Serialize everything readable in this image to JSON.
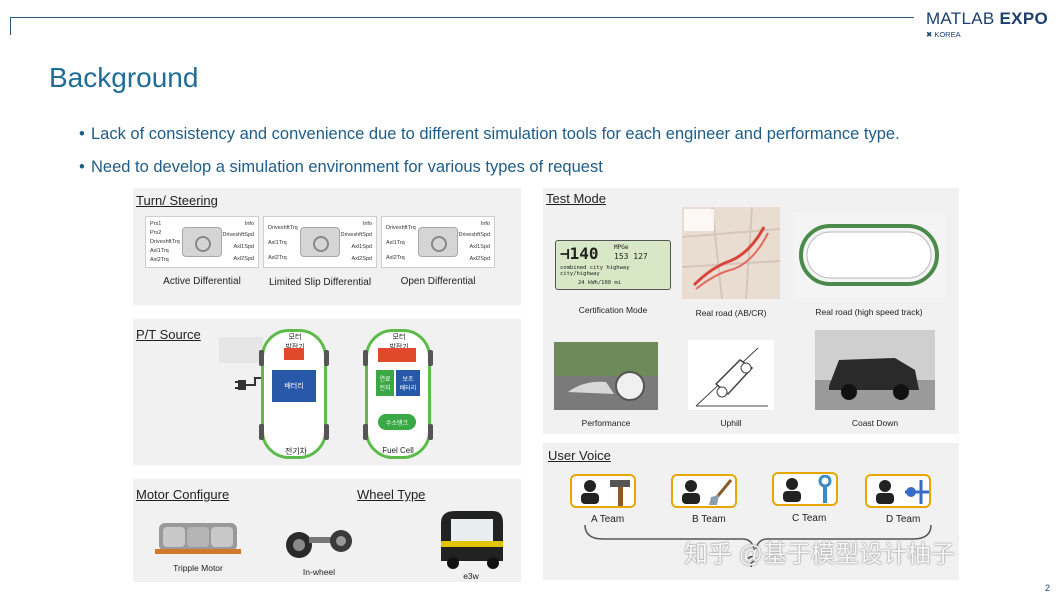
{
  "header": {
    "logo_main": "MATLAB",
    "logo_expo": "EXPO",
    "logo_sub": "KOREA"
  },
  "title": "Background",
  "bullets": [
    "Lack of consistency and convenience due to different simulation tools for each engineer and performance type.",
    "Need to develop a simulation environment for various types of request"
  ],
  "turn_steering": {
    "title": "Turn/ Steering",
    "blocks": [
      {
        "caption": "Active Differential",
        "ports_left": [
          "Prs1",
          "Prs2",
          "DriveshftTrq",
          "Axl1Trq",
          "Axl2Trq"
        ],
        "ports_right": [
          "Info",
          "DriveshftSpd",
          "Axl1Spd",
          "Axl2Spd"
        ]
      },
      {
        "caption": "Limited Slip Differential",
        "ports_left": [
          "DriveshftTrq",
          "Axl1Trq",
          "Axl2Trq"
        ],
        "ports_right": [
          "Info",
          "DriveshftSpd",
          "Axl1Spd",
          "Axl2Spd"
        ]
      },
      {
        "caption": "Open Differential",
        "ports_left": [
          "DriveshftTrq",
          "Axl1Trq",
          "Axl2Trq"
        ],
        "ports_right": [
          "Info",
          "DriveshftSpd",
          "Axl1Spd",
          "Axl2Spd"
        ]
      }
    ]
  },
  "pt_source": {
    "title": "P/T Source",
    "ev": {
      "motor": "모터\n발전기",
      "battery": "배터리",
      "caption": "전기차"
    },
    "fc": {
      "motor": "모터\n발전기",
      "fuel_cell": "연료\n전지",
      "aux_battery": "보조\n배터리",
      "h2_tank": "수소탱크",
      "caption": "Fuel Cell"
    }
  },
  "motor_configure": {
    "title": "Motor Configure",
    "items": [
      "Tripple Motor",
      "In-wheel"
    ]
  },
  "wheel_type": {
    "title": "Wheel Type",
    "items": [
      "e3w"
    ]
  },
  "test_mode": {
    "title": "Test Mode",
    "lcd": {
      "value": "140",
      "unit": "MPGe",
      "city": "153",
      "highway": "127",
      "line1": "combined   city  highway",
      "line2": "city/highway",
      "line3": "24 kWh/100 mi"
    },
    "items": [
      "Certification Mode",
      "Real road (AB/CR)",
      "Real road (high speed track)",
      "Performance",
      "Uphill",
      "Coast Down"
    ]
  },
  "user_voice": {
    "title": "User Voice",
    "teams": [
      "A Team",
      "B Team",
      "C Team",
      "D Team"
    ],
    "question": "?"
  },
  "watermark": "知乎 @基于模型设计柚子",
  "page_number": "2",
  "colors": {
    "accent": "#1f6c96",
    "bullet": "#1f5c86",
    "green": "#5dbb4a",
    "red": "#e04a2a",
    "blue": "#2858a8",
    "gold": "#e8a600"
  }
}
